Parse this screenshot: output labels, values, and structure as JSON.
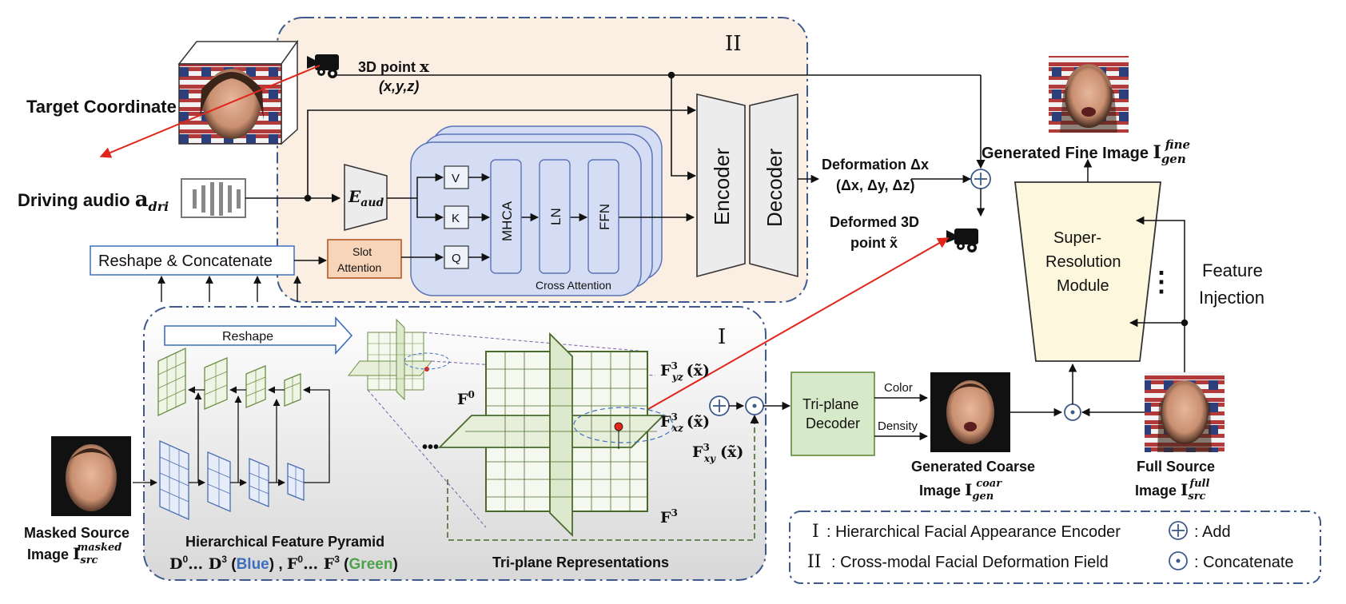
{
  "section_marks": {
    "deformation": "II",
    "appearance": "I"
  },
  "inputs": {
    "target_coordinate": "Target Coordinate",
    "driving_audio_main": "Driving audio ",
    "driving_audio_symbol": "a",
    "driving_audio_sub": "dri"
  },
  "point": {
    "label": "3D point ",
    "symbol": "x",
    "coords": "(x,y,z)"
  },
  "modules": {
    "e_aud": "E",
    "e_aud_sub": "aud",
    "v": "V",
    "k": "K",
    "q": "Q",
    "mhca": "MHCA",
    "ln": "LN",
    "ffn": "FFN",
    "cross_attention": "Cross Attention",
    "slot_attention_1": "Slot",
    "slot_attention_2": "Attention",
    "reshape_concat": "Reshape & Concatenate",
    "reshape": "Reshape",
    "encoder": "Encoder",
    "decoder": "Decoder",
    "triplane_decoder_1": "Tri-plane",
    "triplane_decoder_2": "Decoder",
    "sr_1": "Super-",
    "sr_2": "Resolution",
    "sr_3": "Module"
  },
  "deformation": {
    "title": "Deformation Δx",
    "values": "(Δx, Δy, Δz)",
    "deformed_1": "Deformed 3D",
    "deformed_2": "point x̃"
  },
  "triplane": {
    "f0": "F",
    "f0_sup": "0",
    "f3": "F",
    "f3_sup": "3",
    "fyz": "(x̃)",
    "fxz": "(x̃)",
    "fxy": "(x̃)",
    "sub_yz": "yz",
    "sub_xz": "xz",
    "sub_xy": "xy",
    "sup": "3",
    "title": "Tri-plane Representations",
    "dots": "•••"
  },
  "pyramid": {
    "title": "Hierarchical Feature Pyramid",
    "d_range_start": "D",
    "d_range_end": "… D",
    "blue_word": "Blue",
    "f_range_start": "F",
    "f_range_end": "… F",
    "green_word": "Green",
    "sup0": "0",
    "sup3": "3"
  },
  "outputs": {
    "color": "Color",
    "density": "Density",
    "coarse_1": "Generated Coarse",
    "coarse_2": "Image ",
    "coarse_sym": "I",
    "coarse_sub": "gen",
    "coarse_sup": "coar",
    "fine_1": "Generated Fine Image ",
    "fine_sym": "I",
    "fine_sub": "gen",
    "fine_sup": "fine",
    "full_1": "Full Source",
    "full_2": "Image ",
    "full_sym": "I",
    "full_sub": "src",
    "full_sup": "full",
    "masked_1": "Masked Source",
    "masked_2": "Image ",
    "masked_sym": "I",
    "masked_sub": "src",
    "masked_sup": "masked",
    "feature_1": "Feature",
    "feature_2": "Injection",
    "vdots": "⋮"
  },
  "legend": {
    "i_mark": "I",
    "i_text": ": Hierarchical Facial Appearance Encoder",
    "ii_mark": "II",
    "ii_text": ": Cross-modal Facial Deformation Field",
    "add_symbol": "⊕",
    "add_text": ": Add",
    "concat_symbol": "⊙",
    "concat_text": ": Concatenate"
  },
  "colors": {
    "deform_bg": "#fbeee3",
    "dash_border": "#3e5a8c",
    "cross_attn_fill": "#d4ddf3",
    "cross_attn_stroke": "#5b74b8",
    "slot_fill": "#f8d4b8",
    "slot_stroke": "#b35c23",
    "triplane_dec_fill": "#d6e9c8",
    "triplane_dec_stroke": "#5d8a3b",
    "sr_fill": "#fdf7dd",
    "enc_fill": "#ececec",
    "blue_grid": "#4a6db3",
    "green_grid": "#6c8d45",
    "red_line": "#e1251b",
    "blue_word": "#3d6fbe",
    "green_word": "#4fa14c"
  }
}
